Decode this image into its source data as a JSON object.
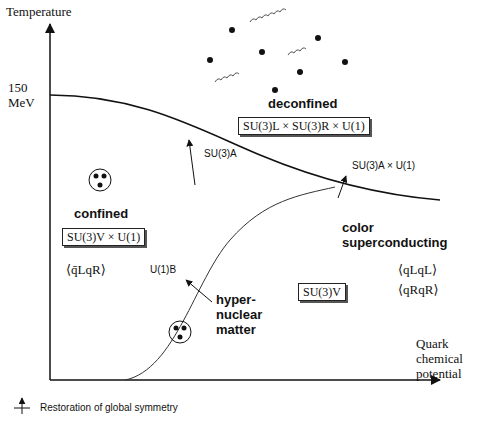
{
  "diagram": {
    "nodes": [
      {
        "text": [
          "SU(3)L × SU(3)R × U(1)"
        ]
      },
      {
        "text": [
          "SU(3)V × U(1)"
        ]
      },
      {
        "text": [
          "SU(3)V"
        ]
      }
    ],
    "labels": [
      "Temperature",
      "150 MeV",
      "deconfined",
      "SU(3)A",
      "SU(3)A × U(1)",
      "confined",
      "⟨q̄LqR⟩",
      "U(1)B",
      "color superconducting",
      "hyper- nuclear matter",
      "⟨qLqL⟩",
      "⟨qRqR⟩",
      "Quark chemical potential"
    ],
    "legend": [
      {
        "text": "Restoration of global symmetry"
      }
    ]
  }
}
